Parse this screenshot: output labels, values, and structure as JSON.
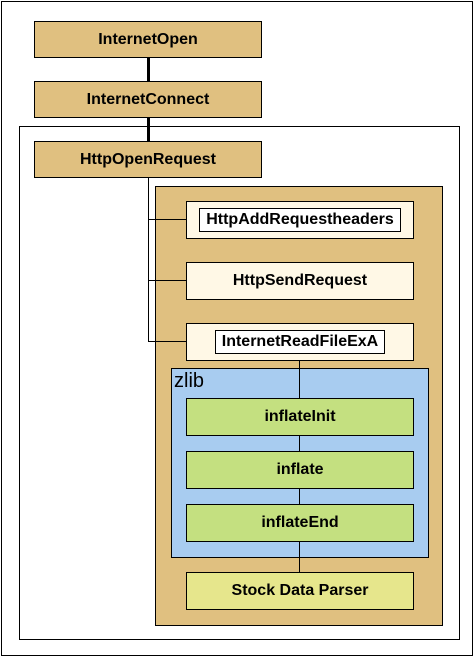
{
  "colors": {
    "tan": "#E0C080",
    "cream": "#FFF8E6",
    "blue": "#A8CCF0",
    "green": "#C4E080",
    "yellow": "#E6E68C"
  },
  "nodes": {
    "internet_open": "InternetOpen",
    "internet_connect": "InternetConnect",
    "http_open_request": "HttpOpenRequest",
    "http_add_request_headers": "HttpAddRequestheaders",
    "http_send_request": "HttpSendRequest",
    "internet_read_file_exa": "InternetReadFileExA",
    "zlib_label": "zlib",
    "inflate_init": "inflateInit",
    "inflate": "inflate",
    "inflate_end": "inflateEnd",
    "stock_data_parser": "Stock Data Parser"
  }
}
